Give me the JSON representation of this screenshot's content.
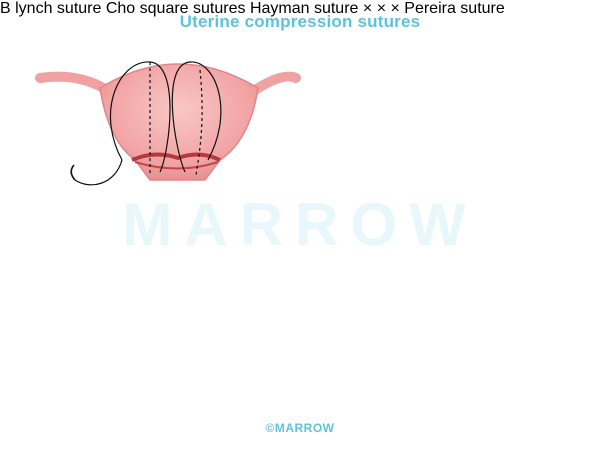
{
  "title": "Uterine compression sutures",
  "watermark": "MARROW",
  "panels": [
    {
      "id": "b-lynch",
      "caption": "B lynch suture"
    },
    {
      "id": "cho-square",
      "caption": "Cho square sutures"
    },
    {
      "id": "hayman",
      "caption": "Hayman suture"
    },
    {
      "id": "pereira",
      "caption": "Pereira suture"
    }
  ],
  "footer": "©MARROW",
  "colors": {
    "title": "#5cc4da",
    "uterus_fill": "#f2a7a8",
    "uterus_edge": "#e08688",
    "vessel": "#c94a3c",
    "ureter": "#f1c52e",
    "suture": "#111111"
  }
}
